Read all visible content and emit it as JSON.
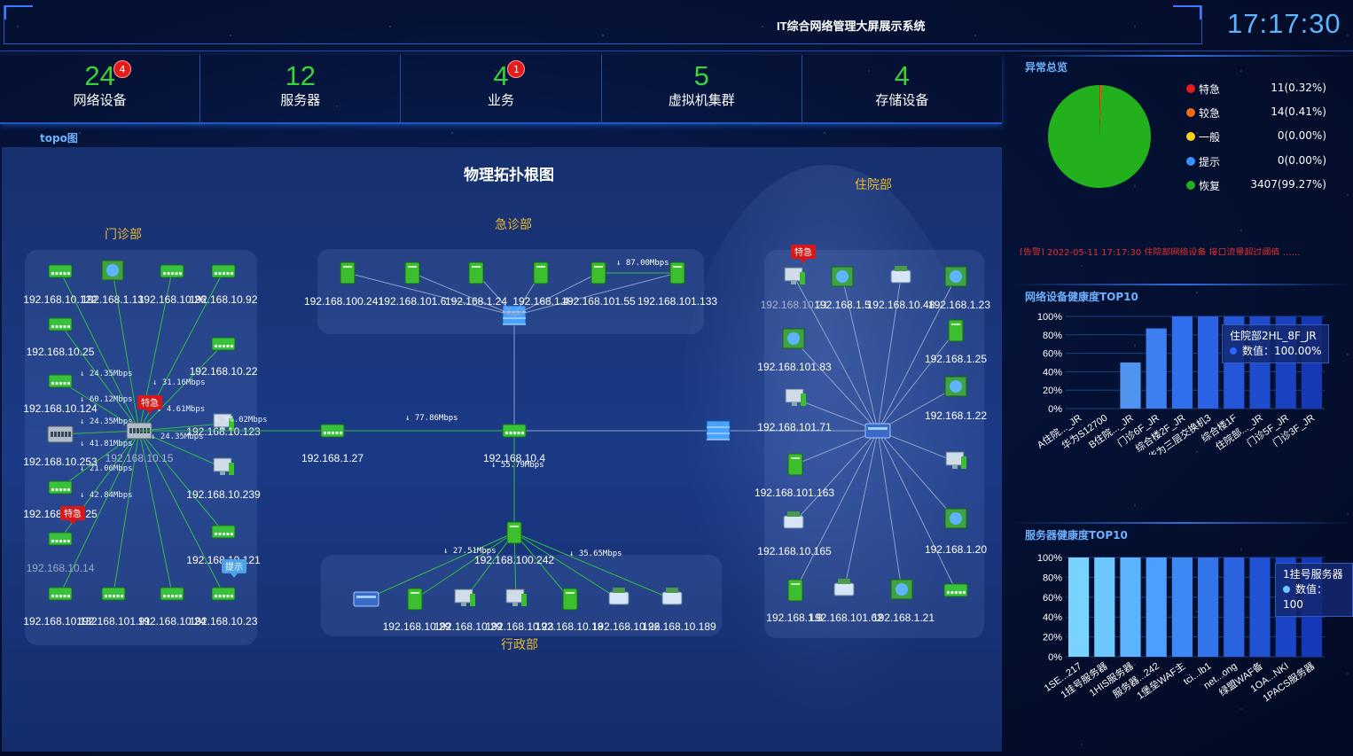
{
  "header": {
    "title": "IT综合网络管理大屏展示系统",
    "clock": "17:17:30"
  },
  "stats": [
    {
      "value": "24",
      "label": "网络设备",
      "badge": "4"
    },
    {
      "value": "12",
      "label": "服务器",
      "badge": ""
    },
    {
      "value": "4",
      "label": "业务",
      "badge": "1"
    },
    {
      "value": "5",
      "label": "虚拟机集群",
      "badge": ""
    },
    {
      "value": "4",
      "label": "存储设备",
      "badge": ""
    }
  ],
  "topo": {
    "tab_label": "topo图",
    "title": "物理拓扑根图",
    "groups": [
      {
        "name": "门诊部"
      },
      {
        "name": "急诊部"
      },
      {
        "name": "住院部"
      },
      {
        "name": "行政部"
      }
    ],
    "badges": {
      "critical": "特急",
      "hint": "提示"
    },
    "core": {
      "left_fw": "192.168.1.27",
      "center": "192.168.10.4",
      "left_hub": "192.168.10.15",
      "lower_hub": "192.168.100.242",
      "center_rate": "↓ 77.86Mbps",
      "center_rate2": "↓ 55.79Mbps"
    },
    "mz_nodes": [
      "192.168.10.122",
      "192.168.1.13",
      "192.168.10.26",
      "192.168.10.92",
      "192.168.10.25",
      "192.168.10.22",
      "192.168.10.124",
      "192.168.10.123",
      "192.168.10.253",
      "192.168.10.239",
      "192.168.10.125",
      "192.168.10.14",
      "192.168.10.121",
      "192.168.10.132",
      "192.168.101.91",
      "192.168.10.24",
      "192.168.10.23"
    ],
    "mz_rates": [
      "↓ 24.35Mbps",
      "↓ 60.12Mbps",
      "↓ 31.16Mbps",
      "↓ 24.35Mbps",
      "↓ 41.81Mbps",
      "↓ 24.35Mbps",
      "↓ 94.02Mbps",
      "↓ 21.06Mbps",
      "↓ 42.84Mbps",
      "↓ 4.61Mbps"
    ],
    "jz_nodes": [
      "192.168.100.241",
      "192.168.101.6",
      "192.168.1.24",
      "192.168.1.4",
      "192.168.101.55",
      "192.168.101.133"
    ],
    "jz_rate": "↓ 87.00Mbps",
    "zy_nodes": [
      "192.168.10.21",
      "192.168.1.5",
      "192.168.10.48",
      "192.168.1.23",
      "192.168.101.83",
      "192.168.1.25",
      "192.168.101.71",
      "192.168.1.22",
      "192.168.101.163",
      "192.168.10.165",
      "192.168.1.20",
      "192.168.1.9",
      "192.168.101.62",
      "192.168.1.21"
    ],
    "xz_nodes": [
      "192.168.10.29",
      "192.168.10.29",
      "192.168.10.23",
      "192.168.10.18",
      "192.168.10.26",
      "192.168.10.189"
    ],
    "xz_rates": [
      "↓ 27.51Mbps",
      "↓ 35.65Mbps"
    ]
  },
  "alarm": {
    "title": "异常总览",
    "items": [
      {
        "name": "特急",
        "value": "11(0.32%)",
        "color": "#e81c1c",
        "pct": 0.32
      },
      {
        "name": "较急",
        "value": "14(0.41%)",
        "color": "#f06a14",
        "pct": 0.41
      },
      {
        "name": "一般",
        "value": "0(0.00%)",
        "color": "#f2d21c",
        "pct": 0.0
      },
      {
        "name": "提示",
        "value": "0(0.00%)",
        "color": "#3a8fff",
        "pct": 0.0
      },
      {
        "name": "恢复",
        "value": "3407(99.27%)",
        "color": "#22b01c",
        "pct": 99.27
      }
    ],
    "ticker": "[告警] 2022-05-11 17:17:30 住院部网络设备 接口流量超过阈值 ……"
  },
  "net_health": {
    "title": "网络设备健康度TOP10",
    "tooltip_name": "住院部2HL_8F_JR",
    "tooltip_value": "数值：100.00%"
  },
  "server_health": {
    "title": "服务器健康度TOP10",
    "tooltip_name": "1挂号服务器",
    "tooltip_value": "数值：100"
  },
  "chart_data": [
    {
      "type": "bar",
      "title": "网络设备健康度TOP10",
      "categories": [
        "A住院..._JR",
        "华为S12700",
        "B住院..._JR",
        "门诊6F_JR",
        "综合楼2F_JR",
        "华为三层交换机3",
        "综合楼1F",
        "住院部..._JR",
        "门诊5F_JR",
        "门诊3F_JR"
      ],
      "values": [
        0,
        0,
        50,
        87,
        100,
        100,
        100,
        100,
        100,
        100
      ],
      "ylim": [
        0,
        100
      ],
      "yticks": [
        "0%",
        "20%",
        "40%",
        "60%",
        "80%",
        "100%"
      ]
    },
    {
      "type": "bar",
      "title": "服务器健康度TOP10",
      "categories": [
        "1SE...217",
        "1挂号服务器",
        "1HIS服务器",
        "服务器...242",
        "1堡垒WAF主",
        "tci...lb1",
        "net...ong",
        "绿盟WAF备",
        "1OA...NKI",
        "1PACS服务器"
      ],
      "values": [
        100,
        100,
        100,
        100,
        100,
        100,
        100,
        100,
        100,
        100
      ],
      "ylim": [
        0,
        100
      ],
      "yticks": [
        "0%",
        "20%",
        "40%",
        "60%",
        "80%",
        "100%"
      ]
    }
  ]
}
